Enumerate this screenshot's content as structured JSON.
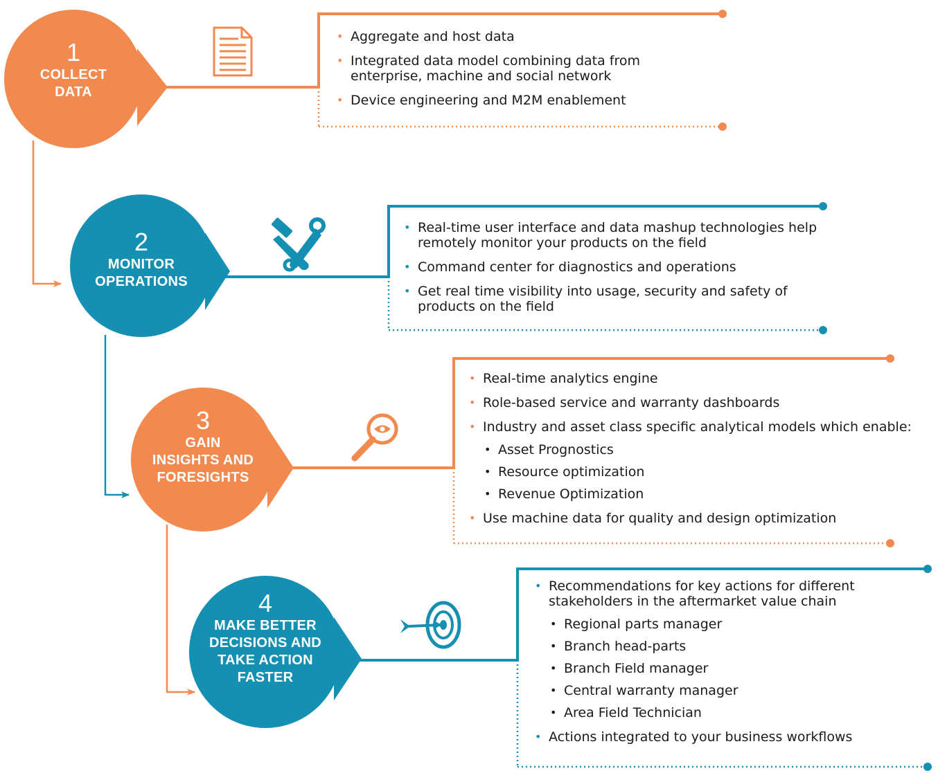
{
  "colors": {
    "orange": "#f28a50",
    "teal": "#1590b2"
  },
  "steps": [
    {
      "number": "1",
      "title_lines": [
        "COLLECT",
        "DATA"
      ],
      "icon": "document-icon",
      "bullets": [
        "Aggregate and host data",
        "Integrated data model combining data from enterprise, machine and social network",
        "Device engineering and M2M enablement"
      ]
    },
    {
      "number": "2",
      "title_lines": [
        "MONITOR",
        "OPERATIONS"
      ],
      "icon": "tools-icon",
      "bullets": [
        "Real-time user interface and data mashup technologies help remotely monitor your  products on the field",
        "Command center for diagnostics and operations",
        "Get real time visibility into usage, security and safety of products on the field"
      ]
    },
    {
      "number": "3",
      "title_lines": [
        "GAIN",
        "INSIGHTS AND",
        "FORESIGHTS"
      ],
      "icon": "magnifier-eye-icon",
      "bullets": [
        "Real-time analytics engine",
        "Role-based service and warranty dashboards",
        "Industry and asset class specific analytical models which enable:"
      ],
      "sub_bullets": [
        "Asset Prognostics",
        "Resource optimization",
        "Revenue Optimization"
      ],
      "bullets_after": [
        "Use machine data for quality and design optimization"
      ]
    },
    {
      "number": "4",
      "title_lines": [
        "MAKE BETTER",
        "DECISIONS AND",
        "TAKE ACTION",
        "FASTER"
      ],
      "icon": "target-arrow-icon",
      "bullets": [
        "Recommendations for key actions for different stakeholders in the aftermarket value chain"
      ],
      "sub_bullets": [
        "Regional parts manager",
        "Branch head-parts",
        "Branch Field manager",
        "Central warranty manager",
        "Area Field Technician"
      ],
      "bullets_after": [
        "Actions integrated to your business workflows"
      ]
    }
  ]
}
